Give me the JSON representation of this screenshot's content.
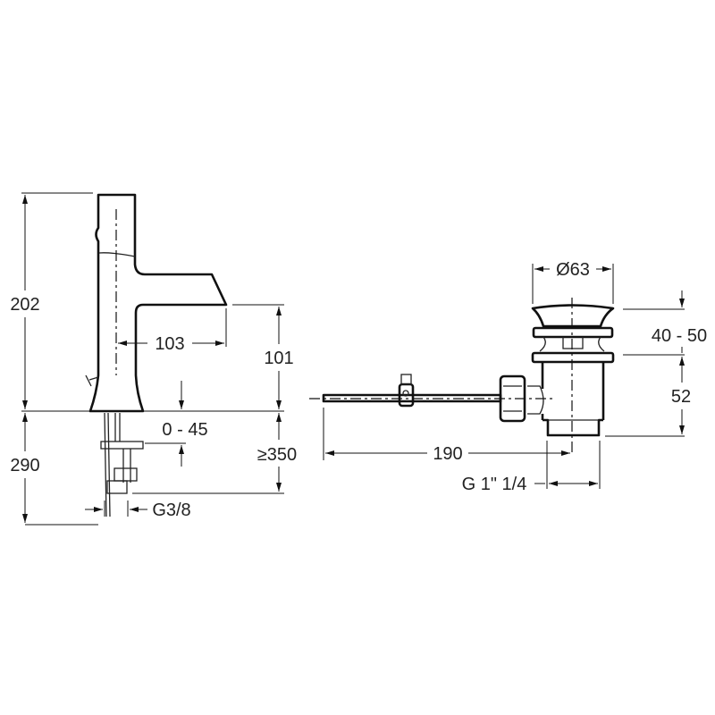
{
  "faucet": {
    "height_total": "202",
    "below_deck": "290",
    "spout_reach": "103",
    "spout_height": "101",
    "deck_thickness": "0 - 45",
    "hose_length": "≥350",
    "connection": "G3/8"
  },
  "drain": {
    "diameter": "Ø63",
    "cap_range": "40 - 50",
    "body_height": "52",
    "rod_length": "190",
    "thread": "G 1\" 1/4"
  }
}
